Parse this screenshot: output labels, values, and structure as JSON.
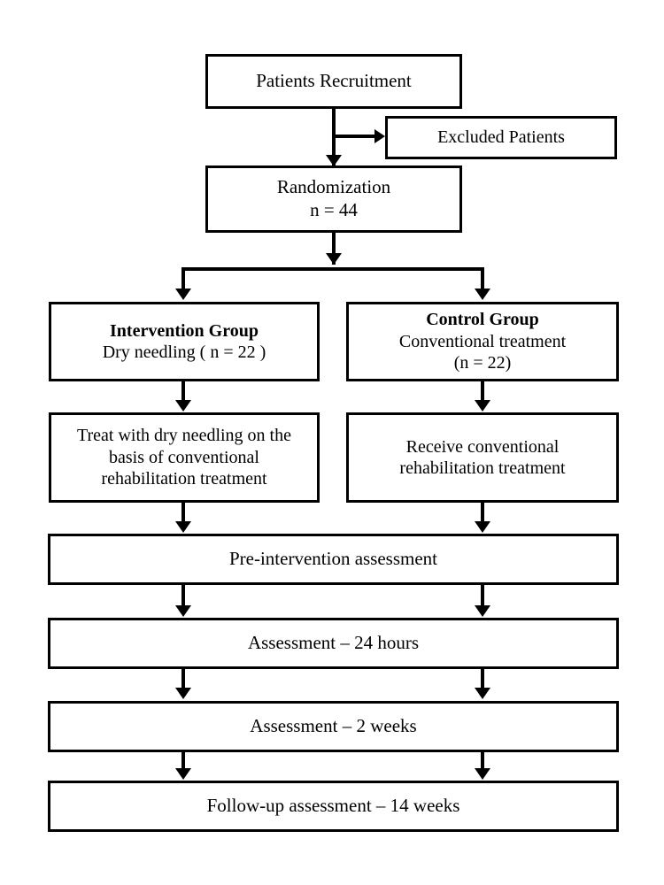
{
  "diagram": {
    "type": "study-flow-chart",
    "title": "Patients Recruitment Flow Diagram",
    "line_color": "#000000",
    "background_color": "#ffffff",
    "nodes": {
      "recruitment": {
        "lines": [
          "Patients Recruitment"
        ]
      },
      "excluded": {
        "lines": [
          "Excluded Patients"
        ]
      },
      "randomization": {
        "lines": [
          "Randomization",
          "n = 44"
        ]
      },
      "intervention_group": {
        "lines": [
          "Intervention Group",
          "Dry needling ( n = 22 )"
        ]
      },
      "control_group": {
        "lines": [
          "Control Group",
          "Conventional  treatment",
          "(n = 22)"
        ]
      },
      "treatment_left": {
        "lines": [
          "Treat with dry needling on the",
          "basis of conventional",
          "rehabilitation treatment"
        ]
      },
      "treatment_right": {
        "lines": [
          "Receive conventional",
          "rehabilitation treatment"
        ]
      },
      "pre_assessment": {
        "lines": [
          "Pre-intervention assessment"
        ]
      },
      "assessment_24h": {
        "lines": [
          "Assessment – 24 hours"
        ]
      },
      "assessment_2w": {
        "lines": [
          "Assessment – 2 weeks"
        ]
      },
      "followup": {
        "lines": [
          "Follow-up assessment – 14 weeks"
        ]
      }
    }
  }
}
